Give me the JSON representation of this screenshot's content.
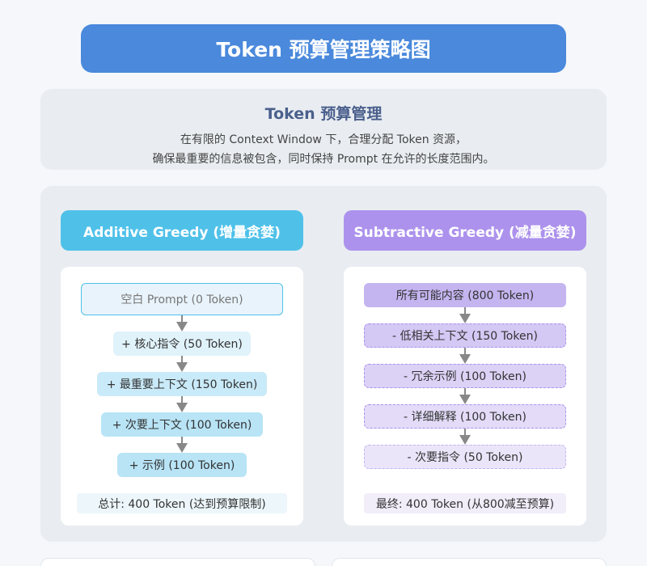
{
  "title": "Token 预算管理策略图",
  "intro": {
    "heading": "Token 预算管理",
    "line1": "在有限的 Context Window 下，合理分配 Token 资源，",
    "line2": "确保最重要的信息被包含，同时保持 Prompt 在允许的长度范围内。"
  },
  "additive": {
    "header": "Additive Greedy (增量贪婪)",
    "steps": [
      "空白 Prompt (0 Token)",
      "+ 核心指令 (50 Token)",
      "+ 最重要上下文 (150 Token)",
      "+ 次要上下文 (100 Token)",
      "+ 示例 (100 Token)"
    ],
    "total": "总计: 400 Token (达到预算限制)"
  },
  "subtractive": {
    "header": "Subtractive Greedy (减量贪婪)",
    "steps": [
      "所有可能内容 (800 Token)",
      "- 低相关上下文 (150 Token)",
      "- 冗余示例 (100 Token)",
      "- 详细解释 (100 Token)",
      "- 次要指令 (50 Token)"
    ],
    "total": "最终: 400 Token (从800减至预算)"
  },
  "colors": {
    "title_bg": "#4a89dc",
    "additive_accent": "#4fc1e9",
    "subtractive_accent": "#ac92ec",
    "arrow": "#888888"
  }
}
